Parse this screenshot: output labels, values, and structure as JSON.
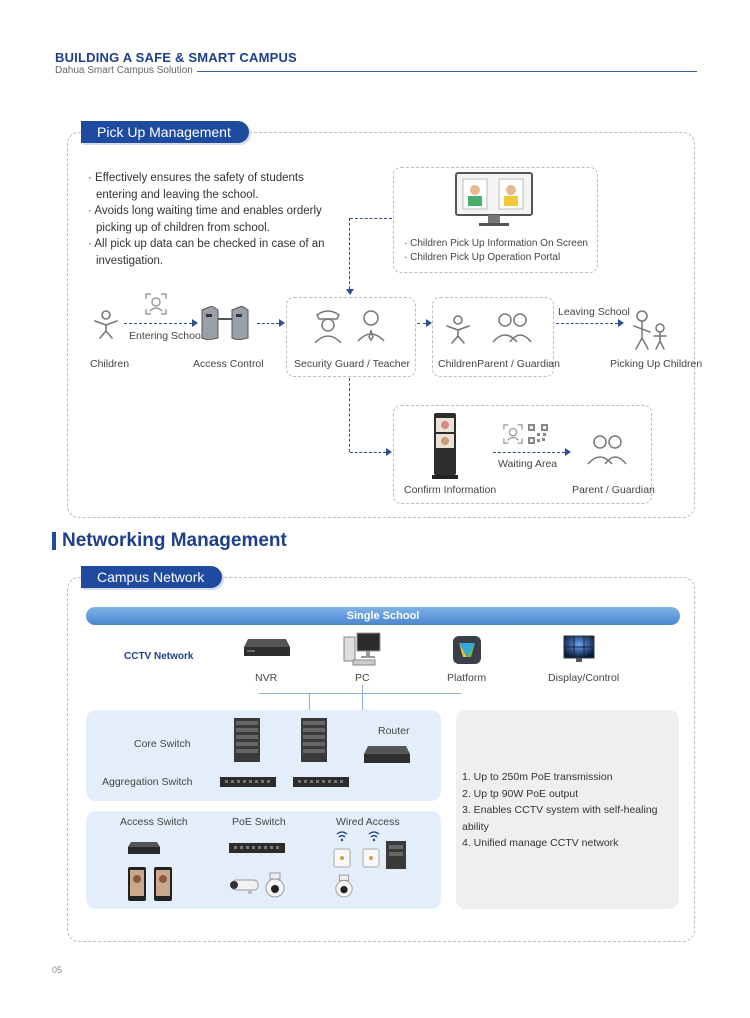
{
  "header": {
    "title": "BUILDING A SAFE & SMART CAMPUS",
    "subtitle": "Dahua Smart Campus Solution"
  },
  "pickup": {
    "pill": "Pick Up Management",
    "bullets": [
      "· Effectively ensures the safety of students entering and leaving the school.",
      "· Avoids long waiting time and enables orderly picking up of children from school.",
      "· All pick up data can be checked in case of an investigation."
    ],
    "screen_lines": [
      "· Children Pick Up Information On Screen",
      "· Children Pick Up Operation Portal"
    ],
    "labels": {
      "children": "Children",
      "entering": "Entering School",
      "access_control": "Access Control",
      "guard_teacher": "Security Guard / Teacher",
      "child_parent": "ChildrenParent / Guardian",
      "leaving": "Leaving School",
      "picking_up": "Picking Up Children",
      "confirm": "Confirm Information",
      "waiting": "Waiting Area",
      "parent_guardian": "Parent / Guardian"
    }
  },
  "networking": {
    "section_title": "Networking Management",
    "pill": "Campus Network",
    "single_school": "Single School",
    "cctv_network": "CCTV Network",
    "devices": [
      "NVR",
      "PC",
      "Platform",
      "Display/Control"
    ],
    "core_switch": "Core Switch",
    "aggregation_switch": "Aggregation Switch",
    "router": "Router",
    "access_switch": "Access Switch",
    "poe_switch": "PoE Switch",
    "wired_access": "Wired Access",
    "features": [
      "1. Up to 250m PoE transmission",
      "2. Up tp 90W PoE output",
      "3. Enables CCTV system with self-healing ability",
      "4. Unified manage CCTV network"
    ]
  },
  "footer": {
    "page": "05"
  },
  "colors": {
    "brand": "#1e4aa0",
    "accent": "#4a86cf",
    "zone": "#e3eefa"
  }
}
